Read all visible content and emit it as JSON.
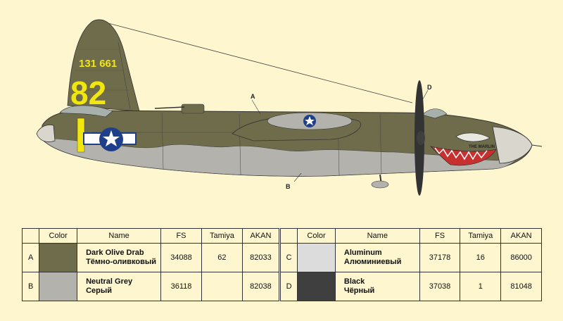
{
  "diagram": {
    "tail_serial": "131 661",
    "tail_number": "82",
    "nose_art": "THE MARLIN",
    "callouts": [
      "A",
      "B",
      "D"
    ],
    "colors": {
      "background": "#fdf6cf",
      "olive": "#6f6c4b",
      "grey": "#b4b2ad",
      "yellow": "#f2e60f",
      "black": "#3f3f3f"
    }
  },
  "table": {
    "headers": [
      "",
      "Color",
      "Name",
      "FS",
      "Tamiya",
      "AKAN"
    ],
    "rows": [
      {
        "id": "A",
        "swatch": "#6f6c4b",
        "name_en": "Dark Olive Drab",
        "name_ru": "Тёмно-оливковый",
        "fs": "34088",
        "tamiya": "62",
        "akan": "82033"
      },
      {
        "id": "B",
        "swatch": "#b4b2ad",
        "name_en": "Neutral Grey",
        "name_ru": "Серый",
        "fs": "36118",
        "tamiya": "",
        "akan": "82038"
      },
      {
        "id": "C",
        "swatch": "#dcdcdc",
        "name_en": "Aluminum",
        "name_ru": "Алюминиевый",
        "fs": "37178",
        "tamiya": "16",
        "akan": "86000"
      },
      {
        "id": "D",
        "swatch": "#3f3f3f",
        "name_en": "Black",
        "name_ru": "Чёрный",
        "fs": "37038",
        "tamiya": "1",
        "akan": "81048"
      }
    ]
  }
}
